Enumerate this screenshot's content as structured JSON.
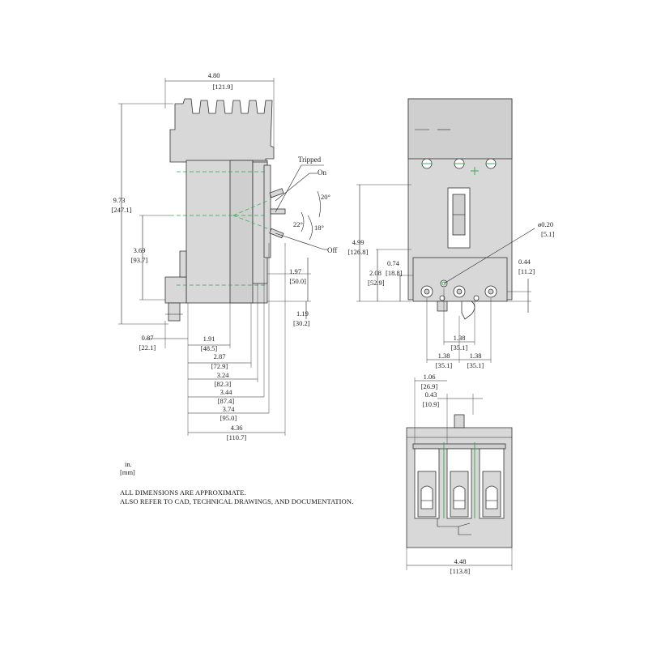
{
  "side_view": {
    "overall_width": {
      "in": "4.80",
      "mm": "[121.9]"
    },
    "height": {
      "in": "9.73",
      "mm": "[247.1]"
    },
    "centerline_height": {
      "in": "3.69",
      "mm": "[93.7]"
    },
    "mount_height": {
      "in": "1.97",
      "mm": "[50.0]"
    },
    "lug_height": {
      "in": "1.19",
      "mm": "[30.2]"
    },
    "rear_offset": {
      "in": "0.87",
      "mm": "[22.1]"
    },
    "depths": [
      {
        "in": "1.91",
        "mm": "[48.5]"
      },
      {
        "in": "2.87",
        "mm": "[72.9]"
      },
      {
        "in": "3.24",
        "mm": "[82.3]"
      },
      {
        "in": "3.44",
        "mm": "[87.4]"
      },
      {
        "in": "3.74",
        "mm": "[95.0]"
      },
      {
        "in": "4.36",
        "mm": "[110.7]"
      }
    ],
    "handle_labels": {
      "tripped": "Tripped",
      "on": "On",
      "off": "Off"
    },
    "angles": {
      "a20": "20°",
      "a22": "22°",
      "a18": "18°"
    }
  },
  "front_view": {
    "height": {
      "in": "4.99",
      "mm": "[126.8]"
    },
    "lug_center": {
      "in": "2.08",
      "mm": "[52.9]"
    },
    "terminal_offset": {
      "in": "0.74",
      "mm": "[18.8]"
    },
    "hole_dia": {
      "in": "ø0.20",
      "mm": "[5.1]"
    },
    "lug_offset": {
      "in": "0.44",
      "mm": "[11.2]"
    },
    "pole_spacing_mid": {
      "in": "1.38",
      "mm": "[35.1]"
    },
    "pole_spacing_left": {
      "in": "1.38",
      "mm": "[35.1]"
    },
    "pole_spacing_right": {
      "in": "1.38",
      "mm": "[35.1]"
    }
  },
  "bottom_view": {
    "offset_a": {
      "in": "1.06",
      "mm": "[26.9]"
    },
    "offset_b": {
      "in": "0.43",
      "mm": "[10.9]"
    },
    "width": {
      "in": "4.48",
      "mm": "[113.8]"
    }
  },
  "units": {
    "in": "in.",
    "mm": "[mm]"
  },
  "notes": [
    "ALL DIMENSIONS ARE APPROXIMATE.",
    "ALSO REFER TO CAD, TECHNICAL DRAWINGS, AND DOCUMENTATION."
  ]
}
